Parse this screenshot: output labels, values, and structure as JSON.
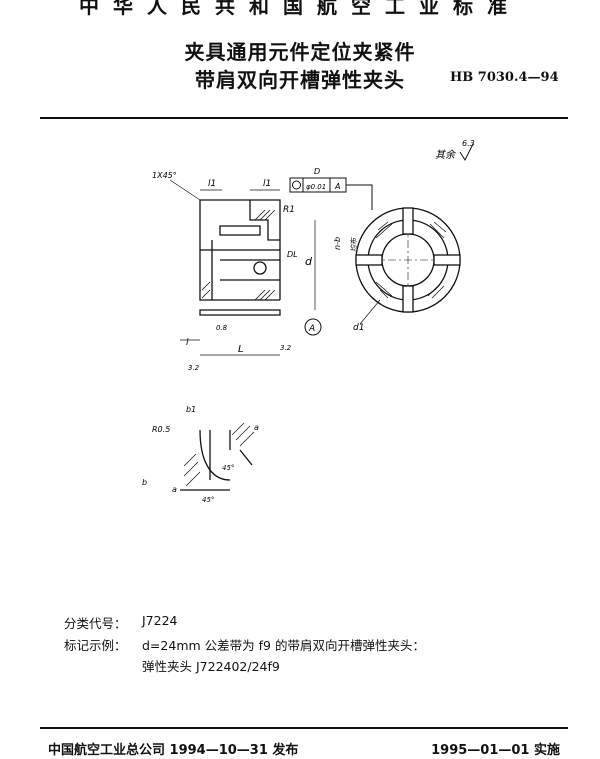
{
  "header": {
    "standard_title": "中华人民共和国航空工业标准",
    "title_line1": "夹具通用元件定位夹紧件",
    "title_line2": "带肩双向开槽弹性夹头",
    "standard_number": "HB 7030.4—94"
  },
  "drawing": {
    "roughness_note": "其余",
    "roughness_value": "6.3",
    "labels": {
      "chamfer": "1X45°",
      "l1_left": "l1",
      "l1_right": "l1",
      "r1": "R1",
      "d": "d",
      "dl": "DL",
      "n_b": "n-b",
      "uniform": "均布",
      "d1": "d1",
      "l": "l",
      "L": "L",
      "ra32a": "3.2",
      "ra32b": "3.2",
      "ra08": "0.8",
      "datum_a": "A",
      "fcf_tol": "φ0.01",
      "fcf_datum": "A",
      "fcf_ref": "D",
      "detail_b1": "b1",
      "detail_r": "R0.5",
      "detail_a": "a",
      "detail_b": "b",
      "detail_45a": "45°",
      "detail_45b": "45°",
      "detail_a2": "a"
    }
  },
  "classification": {
    "label": "分类代号：",
    "value": "J7224"
  },
  "marking": {
    "label": "标记示例：",
    "line1": "d=24mm 公差带为 f9 的带肩双向开槽弹性夹头：",
    "line2": "弹性夹头 J722402/24f9"
  },
  "footer": {
    "issuer": "中国航空工业总公司 1994—10—31 发布",
    "implement": "1995—01—01 实施"
  }
}
